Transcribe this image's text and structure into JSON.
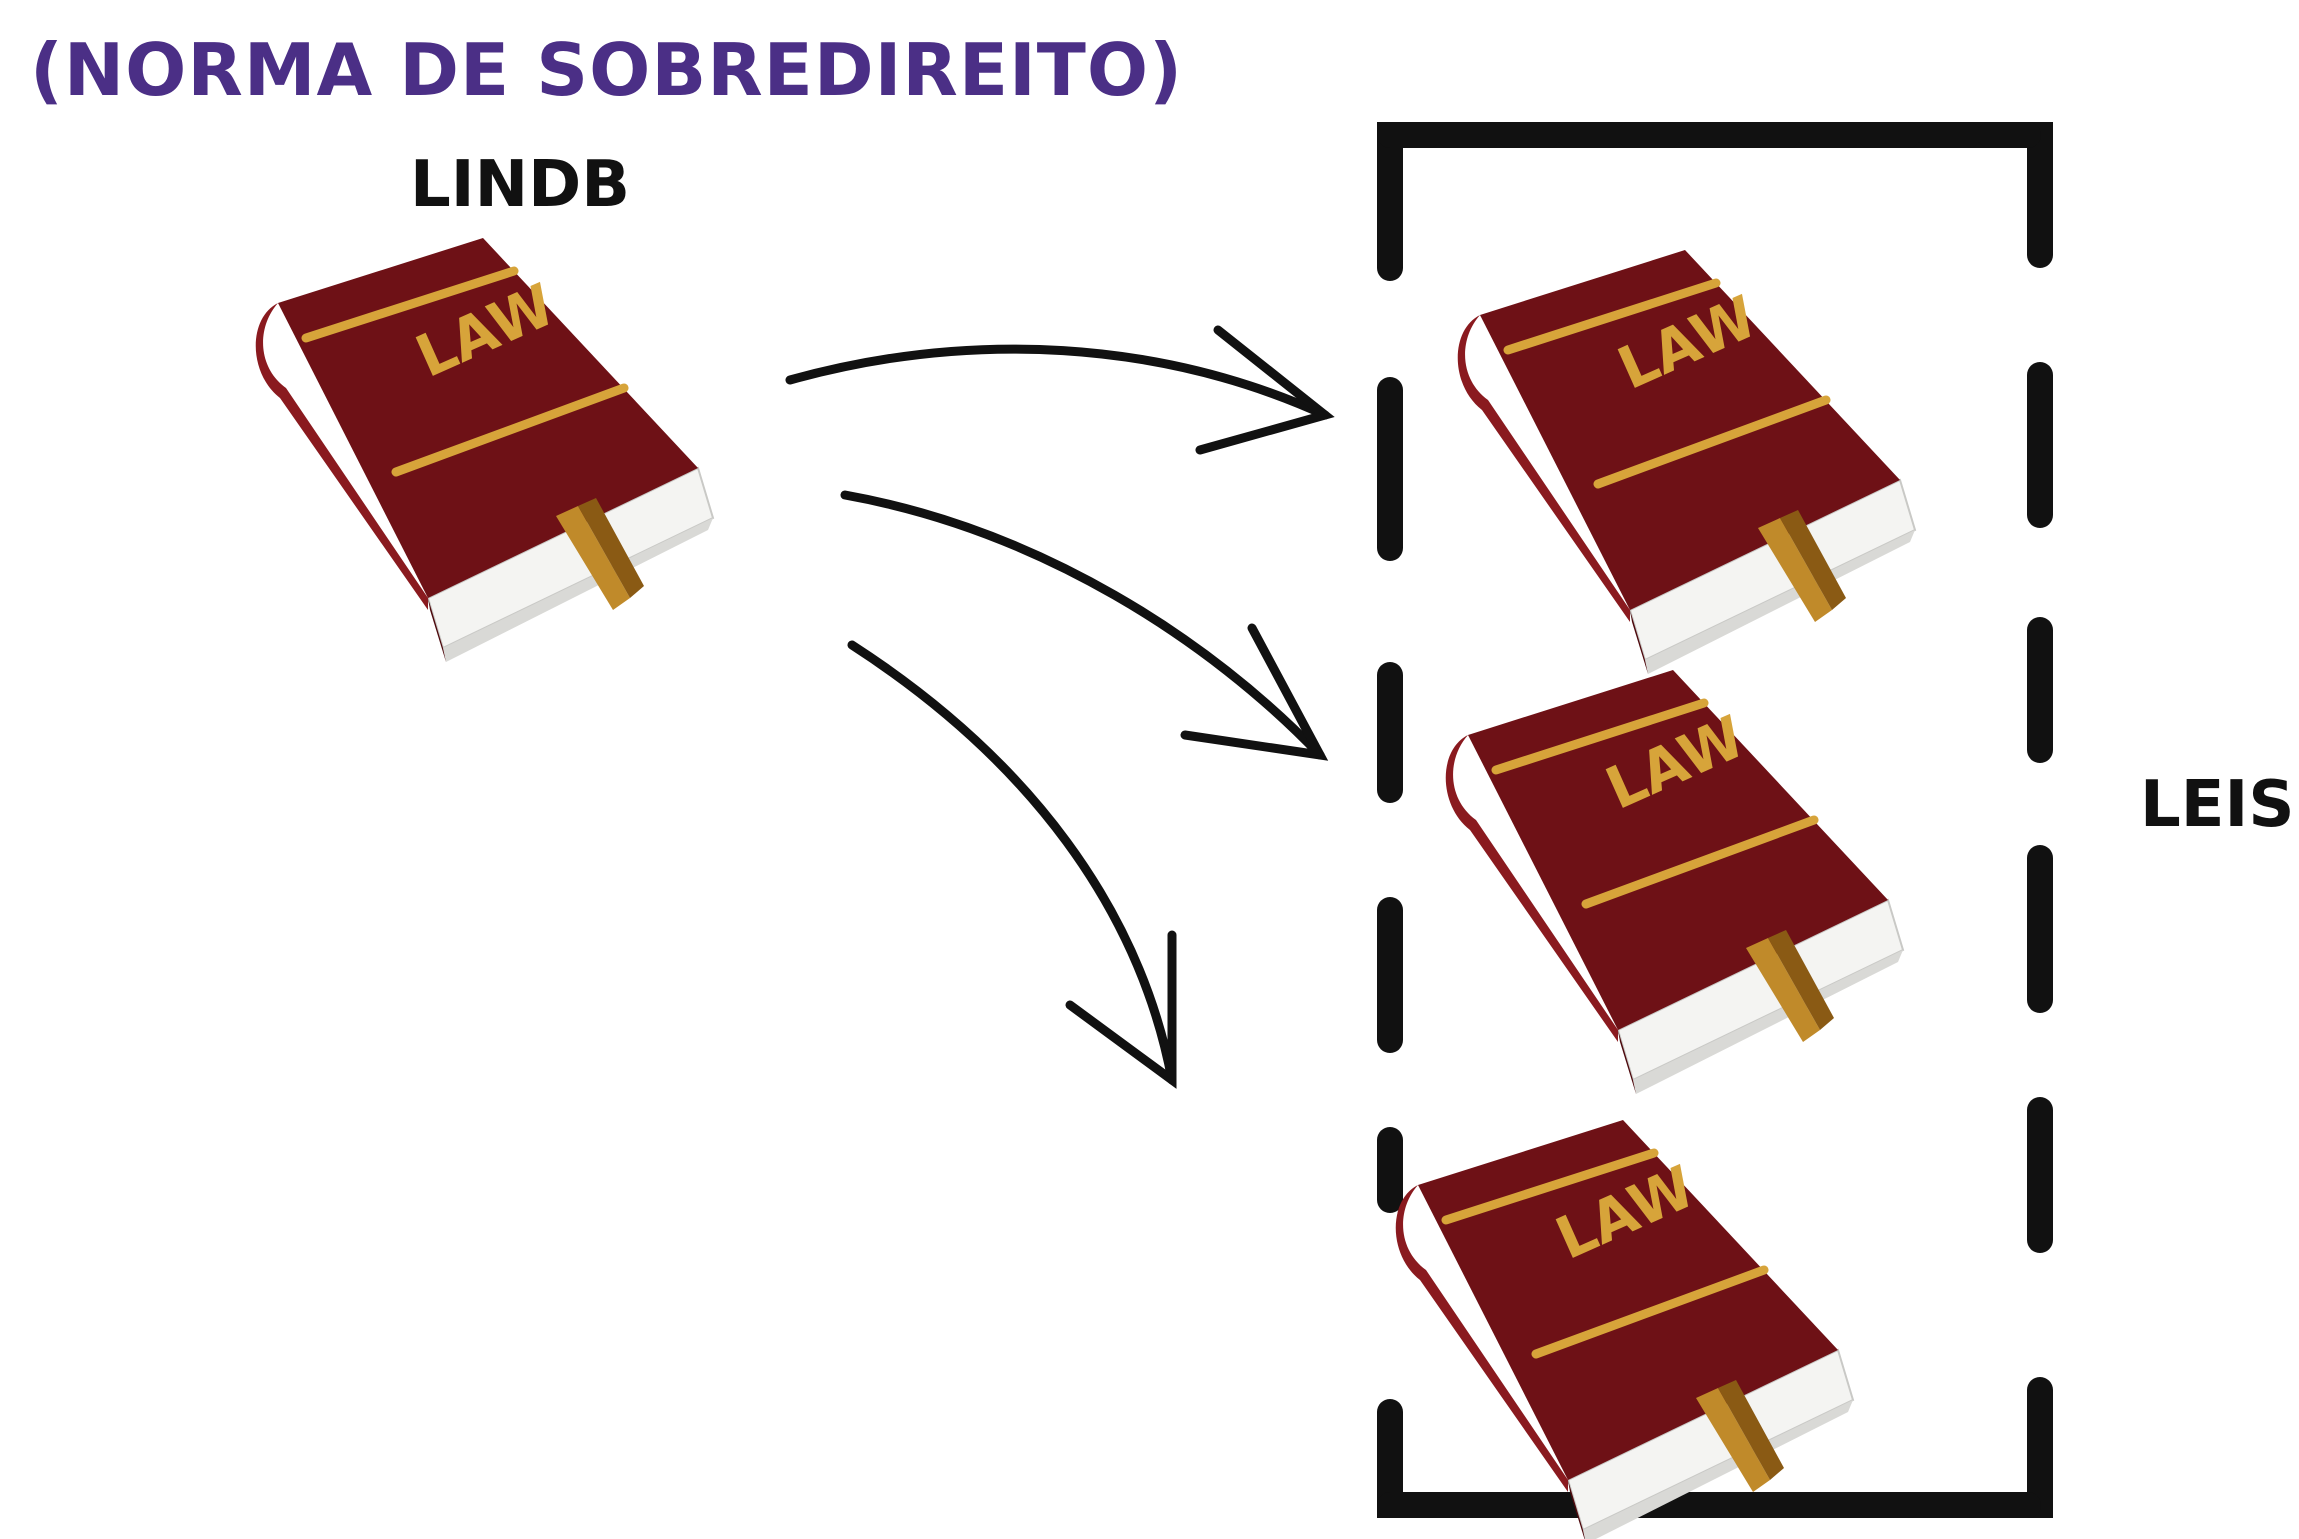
{
  "title": "(NORMA DE SOBREDIREITO)",
  "source_label": "LINDB",
  "group_label": "LEIS",
  "book_label": "LAW",
  "colors": {
    "title": "#4b2f86",
    "book_cover": "#6e1116",
    "book_spine": "#8a1a1f",
    "gold": "#d7a43a",
    "pages": "#f4f4f2",
    "ink": "#111111"
  },
  "icons": [
    "law-book-icon",
    "curved-arrow-icon",
    "dashed-frame"
  ]
}
